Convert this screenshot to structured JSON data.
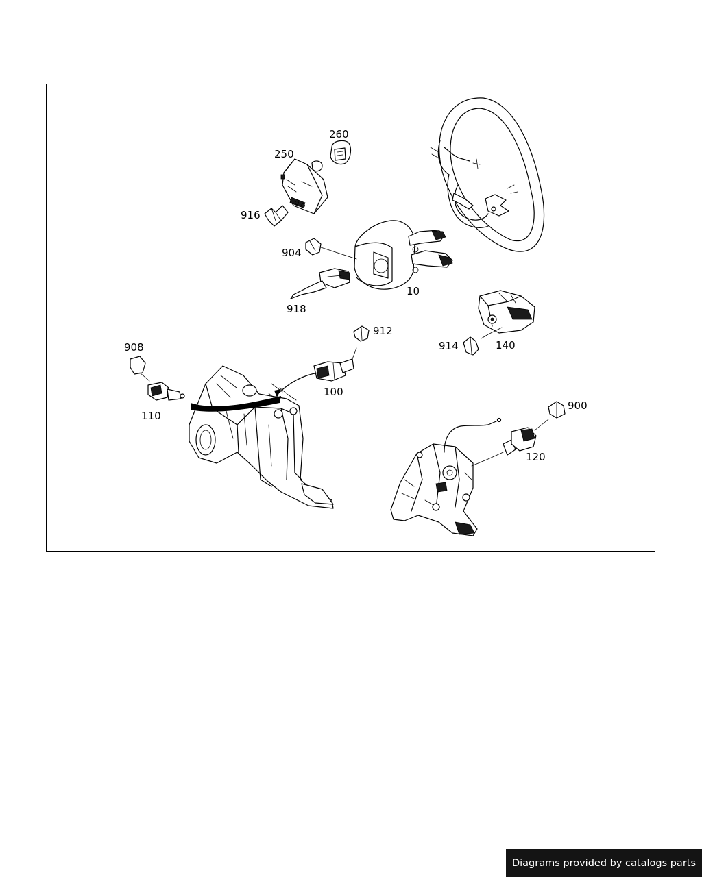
{
  "diagram": {
    "callouts": {
      "c10": "10",
      "c100": "100",
      "c110": "110",
      "c120": "120",
      "c140": "140",
      "c250": "250",
      "c260": "260",
      "c900": "900",
      "c904": "904",
      "c908": "908",
      "c912": "912",
      "c914": "914",
      "c916": "916",
      "c918": "918"
    }
  },
  "footer": {
    "credit": "Diagrams provided by catalogs parts"
  }
}
